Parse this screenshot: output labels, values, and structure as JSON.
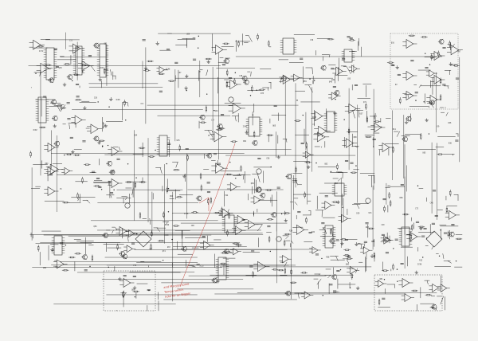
{
  "sheet": {
    "background": "#f4f4f2",
    "ink": "#2b2b2b",
    "annotation_color": "#c4473f"
  },
  "annotation": {
    "lines": [
      "and Marygo some",
      "Tempo switch",
      "hold for an Bigger"
    ]
  }
}
